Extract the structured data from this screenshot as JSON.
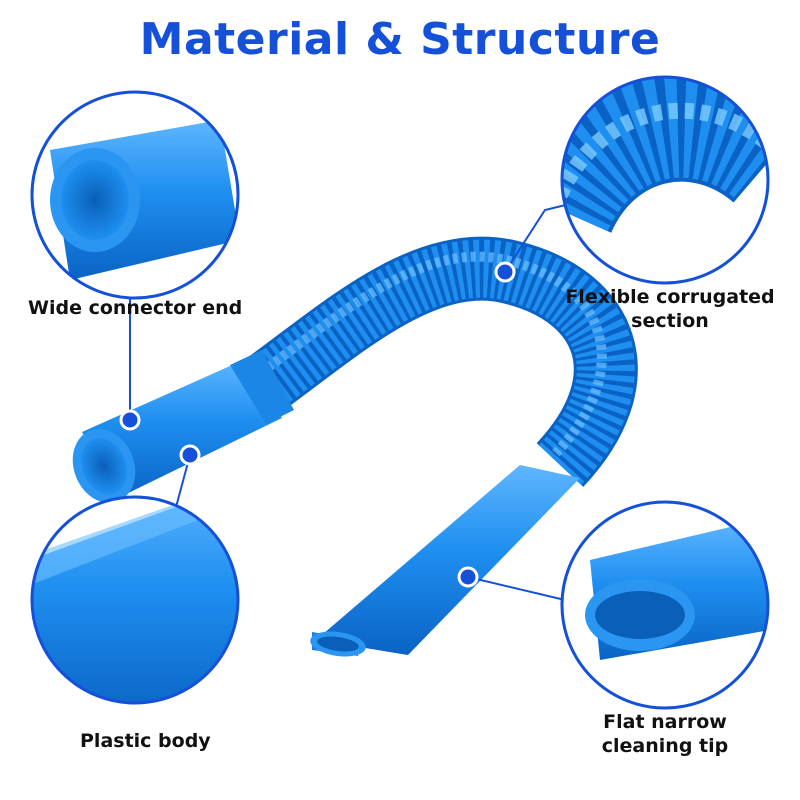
{
  "title": "Material & Structure",
  "callouts": {
    "wide_end": "Wide connector end",
    "corrugated_line1": "Flexible corrugated",
    "corrugated_line2": "section",
    "plastic_body": "Plastic body",
    "tip_line1": "Flat narrow",
    "tip_line2": "cleaning tip"
  },
  "colors": {
    "title": "#1450d8",
    "hose": "#1e8ff0",
    "hose_dark": "#0a63c4",
    "circle_border": "#1450d8"
  }
}
